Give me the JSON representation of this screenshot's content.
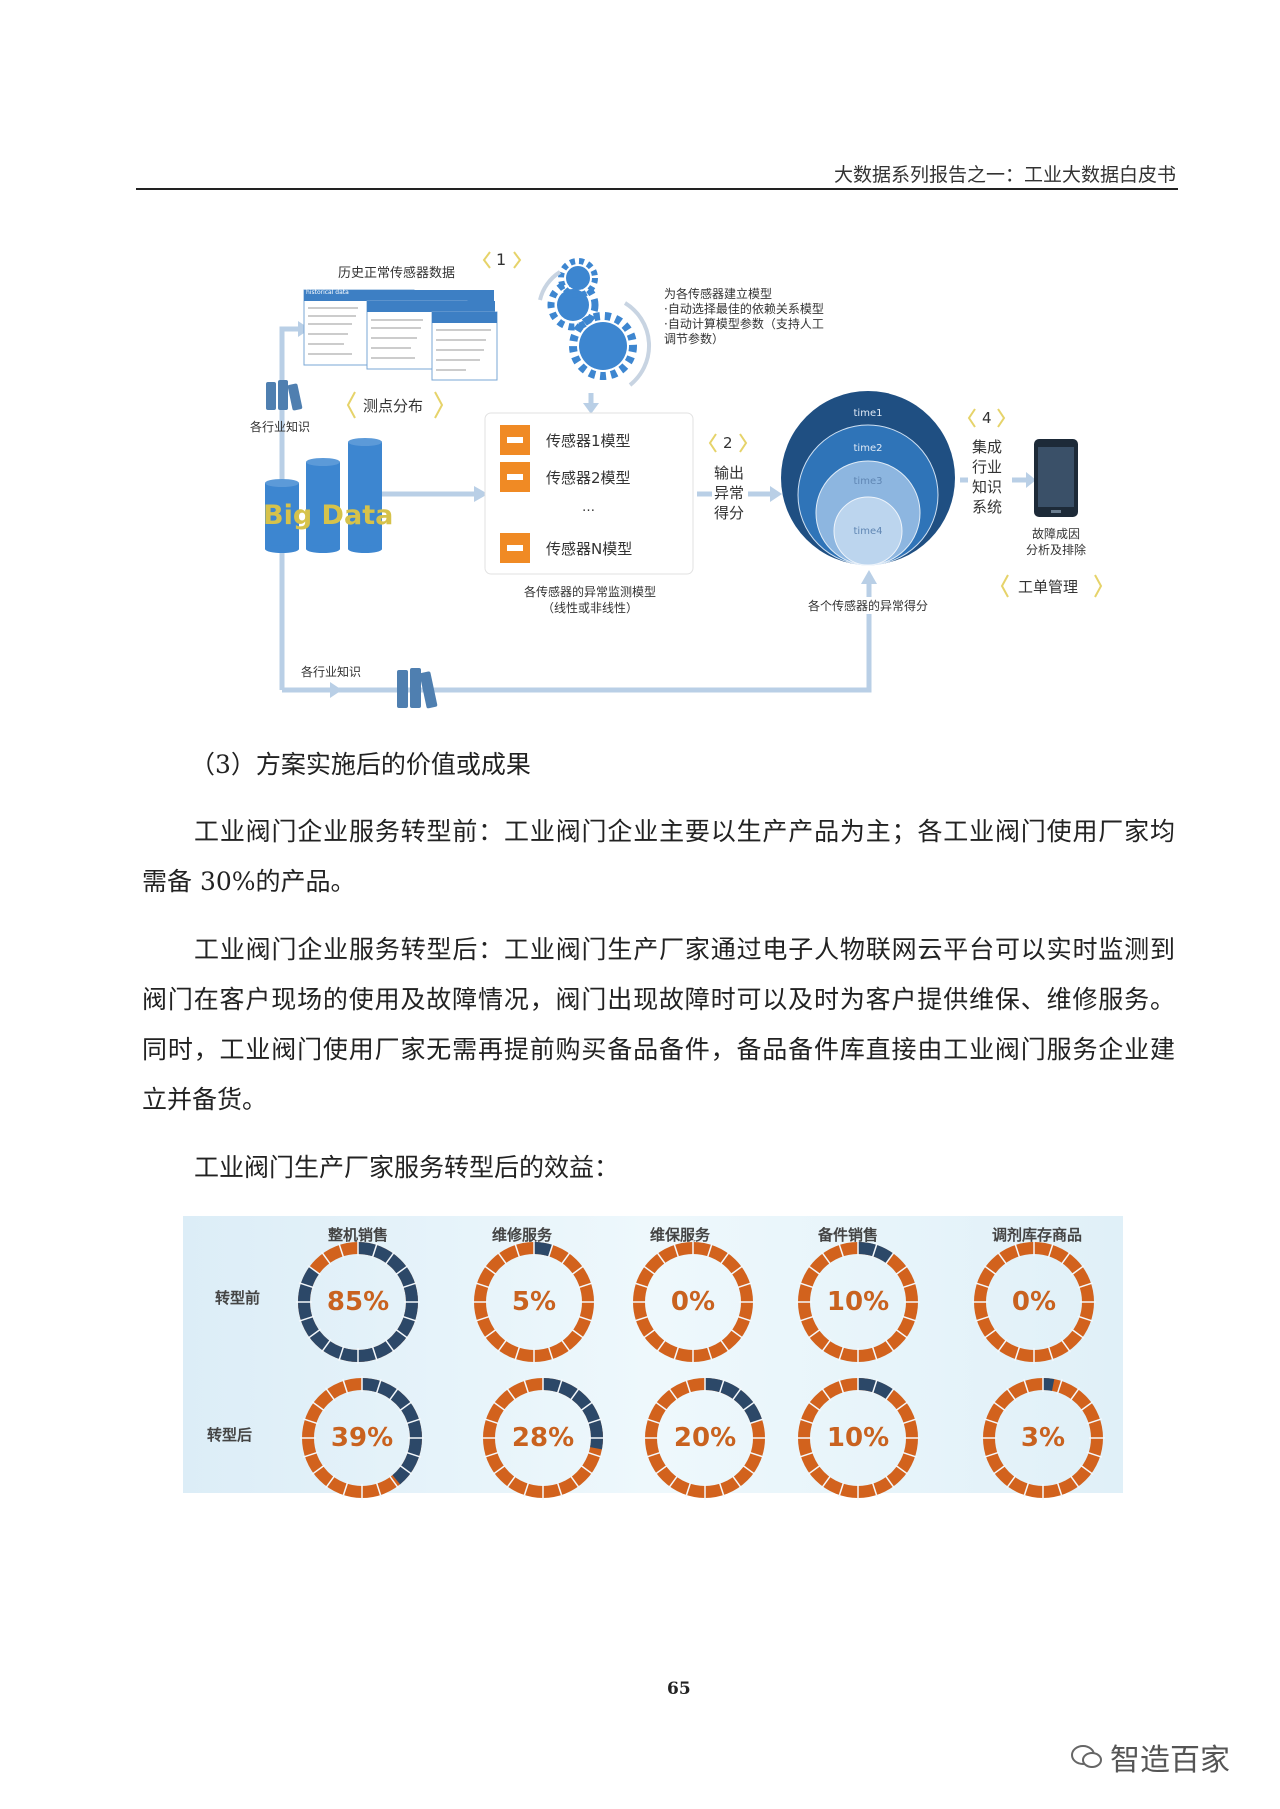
{
  "header": {
    "title": "大数据系列报告之一：工业大数据白皮书"
  },
  "diagram": {
    "hist_label": "历史正常传感器数据",
    "sheet_title": "historical data",
    "step1": "1",
    "model_text": [
      "为各传感器建立模型",
      "·自动选择最佳的依赖关系模型",
      "·自动计算模型参数（支持人工",
      "调节参数）"
    ],
    "knowledge_top": "各行业知识",
    "measure_points": "测点分布",
    "big_data": "Big Data",
    "sensors": [
      "传感器1模型",
      "传感器2模型",
      "…",
      "传感器N模型"
    ],
    "sensor_caption": [
      "各传感器的异常监测模型",
      "（线性或非线性）"
    ],
    "step2": "2",
    "output_label": [
      "输出",
      "异常",
      "得分"
    ],
    "times": [
      "time1",
      "time2",
      "time3",
      "time4"
    ],
    "step4": "4",
    "integrate_label": [
      "集成",
      "行业",
      "知识",
      "系统"
    ],
    "fault_label": [
      "故障成因",
      "分析及排除"
    ],
    "work_order": "工单管理",
    "scores_label": "各个传感器的异常得分",
    "knowledge_bottom": "各行业知识"
  },
  "section_heading": "（3）方案实施后的价值或成果",
  "para1": [
    "工业阀门企业服务转型前：工业阀门企业主要以生产产品为主；各工业阀门使用厂家均",
    "需备 30%的产品。"
  ],
  "para2": [
    "工业阀门企业服务转型后：工业阀门生产厂家通过电子人物联网云平台可以实时监测到",
    "阀门在客户现场的使用及故障情况，阀门出现故障时可以及时为客户提供维保、维修服务。",
    "同时，工业阀门使用厂家无需再提前购买备品备件，备品备件库直接由工业阀门服务企业建",
    "立并备货。"
  ],
  "para3": "工业阀门生产厂家服务转型后的效益：",
  "chart_data": {
    "type": "donut-grid",
    "categories": [
      "整机销售",
      "维修服务",
      "维保服务",
      "备件销售",
      "调剂库存商品"
    ],
    "series": [
      {
        "name": "转型前",
        "values": [
          85,
          5,
          0,
          10,
          0
        ]
      },
      {
        "name": "转型后",
        "values": [
          39,
          28,
          20,
          10,
          3
        ]
      }
    ],
    "unit": "%",
    "colors": {
      "filled": "#2c4868",
      "rest": "#d2621d"
    }
  },
  "page_number": "65",
  "watermark": "智造百家"
}
